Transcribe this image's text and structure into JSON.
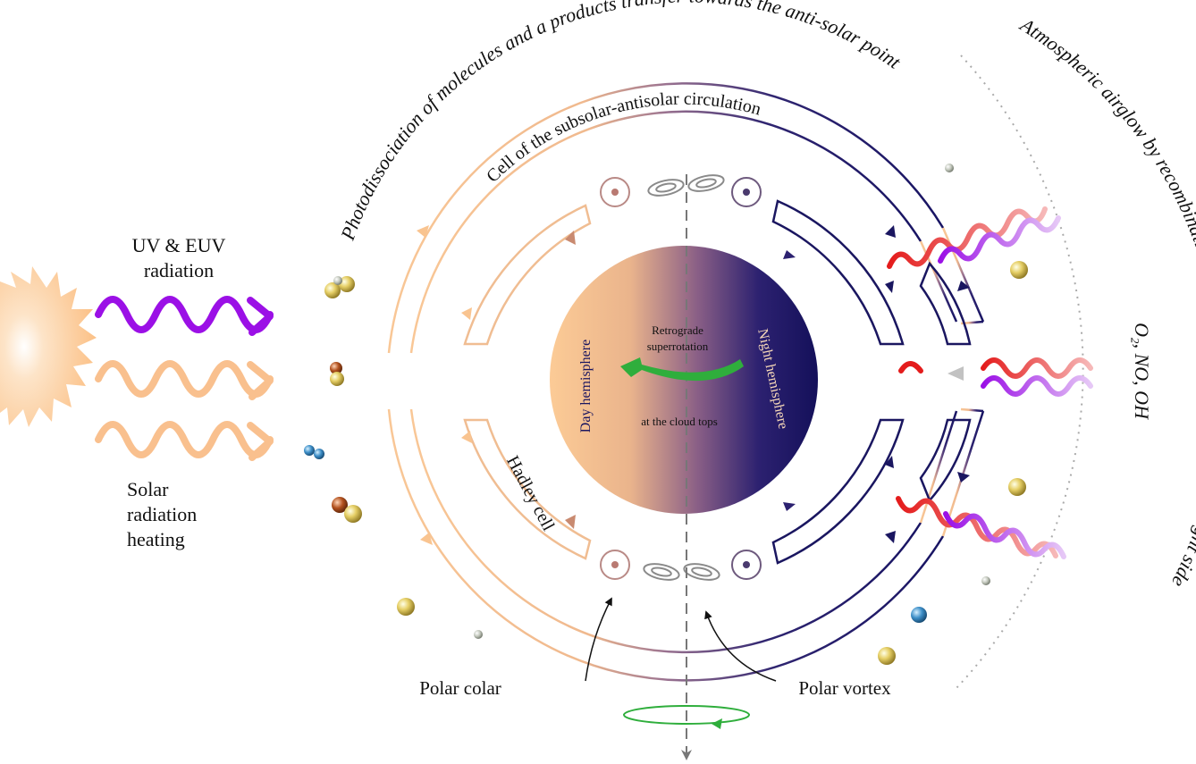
{
  "labels": {
    "uv_line1": "UV & EUV",
    "uv_line2": "radiation",
    "solar_line1": "Solar",
    "solar_line2": "radiation",
    "solar_line3": "heating",
    "photodissociation": "Photodissociation of molecules and a products transfer towards the anti-solar point",
    "subsolar_cell": "Cell of the subsolar-antisolar circulation",
    "airglow": "Atmospheric airglow by recombination of atoms and molecules on the night side",
    "airglow_species": "O₂, NO, OH",
    "retrograde_line1": "Retrograde",
    "retrograde_line2": "superrotation",
    "cloud_tops": "at the cloud tops",
    "day_hemisphere": "Day hemisphere",
    "night_hemisphere": "Night hemisphere",
    "hadley_cell": "Hadley cell",
    "polar_colar": "Polar colar",
    "polar_vortex": "Polar vortex"
  },
  "colors": {
    "day": "#f9c592",
    "night": "#15125a",
    "mid": "#8a6a8a",
    "uv": "#9b10e6",
    "sun": "#fbc086",
    "red": "#e82020",
    "green": "#2fae3c",
    "axis": "#777777"
  },
  "icons": [
    "sun-icon",
    "uv-wave-icon",
    "solar-wave-icon",
    "molecule-icon",
    "airglow-wave-icon",
    "rotation-arrow-icon",
    "vortex-icon"
  ]
}
